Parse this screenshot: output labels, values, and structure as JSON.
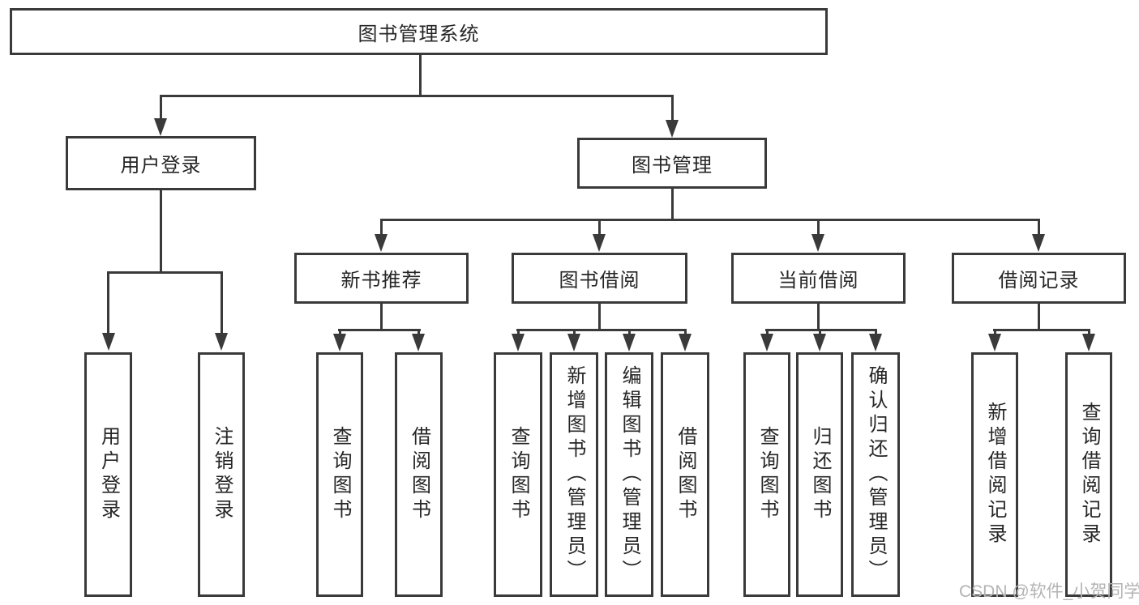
{
  "diagram": {
    "title": "图书管理系统",
    "branches": [
      {
        "label": "用户登录",
        "children": [
          {
            "label": "用户登录"
          },
          {
            "label": "注销登录"
          }
        ]
      },
      {
        "label": "图书管理",
        "children": [
          {
            "label": "新书推荐",
            "children": [
              {
                "label": "查询图书"
              },
              {
                "label": "借阅图书"
              }
            ]
          },
          {
            "label": "图书借阅",
            "children": [
              {
                "label": "查询图书"
              },
              {
                "label": "新增图书（管理员）"
              },
              {
                "label": "编辑图书（管理员）"
              },
              {
                "label": "借阅图书"
              }
            ]
          },
          {
            "label": "当前借阅",
            "children": [
              {
                "label": "查询图书"
              },
              {
                "label": "归还图书"
              },
              {
                "label": "确认归还（管理员）"
              }
            ]
          },
          {
            "label": "借阅记录",
            "children": [
              {
                "label": "新增借阅记录"
              },
              {
                "label": "查询借阅记录"
              }
            ]
          }
        ]
      }
    ]
  },
  "watermark": {
    "text": "CSDN @软件_小贺同学"
  },
  "colors": {
    "line": "#3a3a3a",
    "text": "#262626",
    "background": "#ffffff",
    "watermark": "#b3b3b3"
  }
}
